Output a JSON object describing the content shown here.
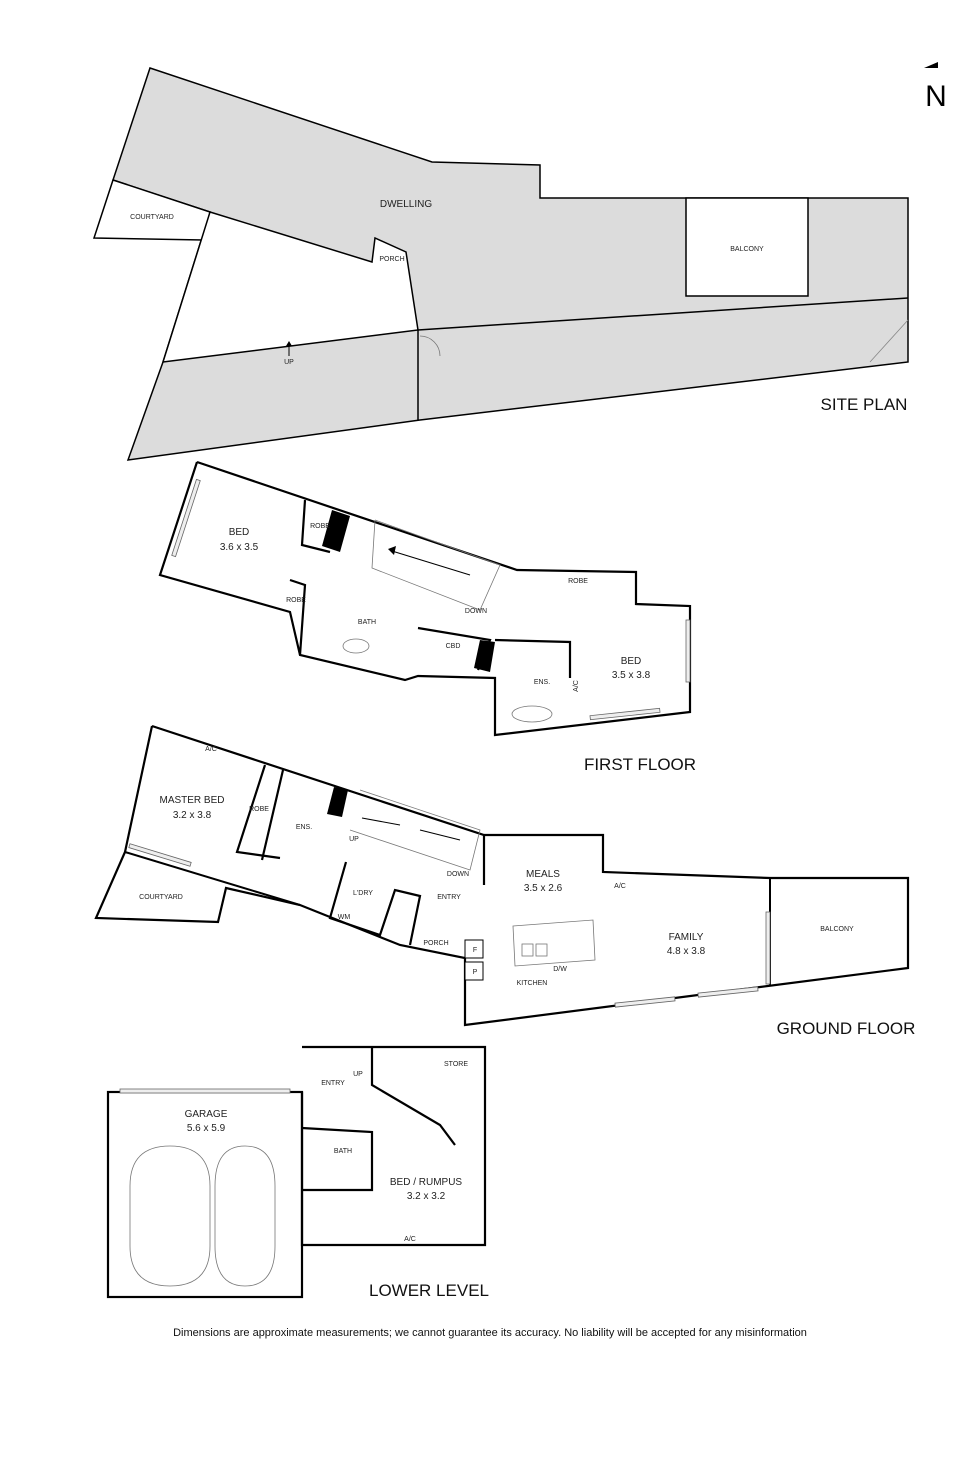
{
  "compass": {
    "label": "N",
    "icon": "north-arrow-icon"
  },
  "site_plan": {
    "title": "SITE PLAN",
    "labels": {
      "courtyard": "COURTYARD",
      "dwelling": "DWELLING",
      "porch": "PORCH",
      "balcony": "BALCONY",
      "up": "UP"
    },
    "fill_color": "#dcdcdc"
  },
  "first_floor": {
    "title": "FIRST FLOOR",
    "rooms": {
      "bed1": "BED",
      "bed1_dim": "3.6 x 3.5",
      "robe1": "ROBE",
      "robe2": "ROBE",
      "robe3": "ROBE",
      "bath": "BATH",
      "cbd": "CBD",
      "down": "DOWN",
      "bed2": "BED",
      "bed2_dim": "3.5 x 3.8",
      "ens": "ENS.",
      "ac": "A/C"
    }
  },
  "ground_floor": {
    "title": "GROUND FLOOR",
    "rooms": {
      "master": "MASTER BED",
      "master_dim": "3.2 x 3.8",
      "ac1": "A/C",
      "robe": "ROBE",
      "ens": "ENS.",
      "up": "UP",
      "down": "DOWN",
      "courtyard": "COURTYARD",
      "ldry": "L'DRY",
      "wm": "WM",
      "entry": "ENTRY",
      "porch": "PORCH",
      "f": "F",
      "p": "P",
      "meals": "MEALS",
      "meals_dim": "3.5 x 2.6",
      "ac2": "A/C",
      "kitchen": "KITCHEN",
      "dw": "D/W",
      "family": "FAMILY",
      "family_dim": "4.8 x 3.8",
      "balcony": "BALCONY"
    }
  },
  "lower_level": {
    "title": "LOWER LEVEL",
    "rooms": {
      "garage": "GARAGE",
      "garage_dim": "5.6 x 5.9",
      "entry": "ENTRY",
      "up": "UP",
      "store": "STORE",
      "bath": "BATH",
      "rumpus": "BED / RUMPUS",
      "rumpus_dim": "3.2 x 3.2",
      "ac": "A/C"
    }
  },
  "disclaimer": "Dimensions are approximate measurements; we cannot guarantee its accuracy. No liability will be accepted for any misinformation"
}
